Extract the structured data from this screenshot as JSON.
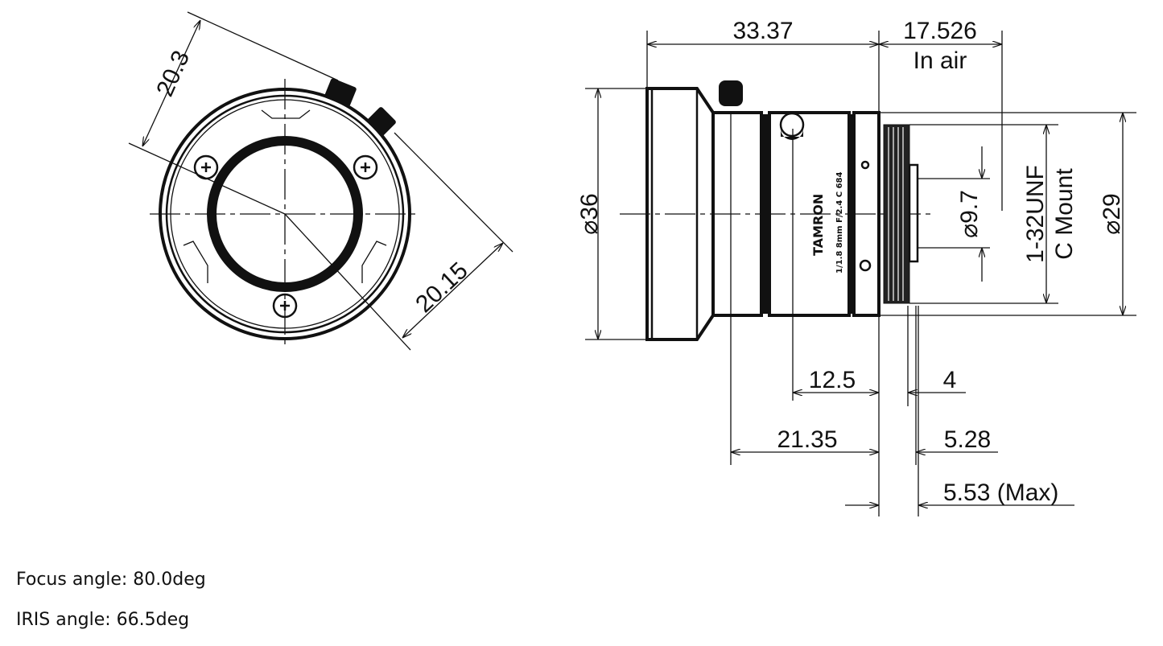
{
  "drawing": {
    "front_view": {
      "dim_knob_height": "20.3",
      "dim_knob_offset": "20.15"
    },
    "side_view": {
      "dim_body_length": "33.37",
      "dim_flange_back": "17.526",
      "dim_flange_back_note": "In air",
      "dim_front_diameter": "⌀36",
      "dim_rear_diameter": "⌀29",
      "dim_rear_element_diameter": "⌀9.7",
      "mount_thread": "1-32UNF",
      "mount_type": "C Mount",
      "dim_iris_knob": "12.5",
      "dim_mount_4": "4",
      "dim_focus_knob": "21.35",
      "dim_5_28": "5.28",
      "dim_5_53": "5.53 (Max)",
      "brand_marking": "TAMRON",
      "model_marking": "1/1.8 8mm F/2.4 C 684"
    }
  },
  "captions": {
    "focus_angle": "Focus angle: 80.0deg",
    "iris_angle": "IRIS angle: 66.5deg"
  }
}
